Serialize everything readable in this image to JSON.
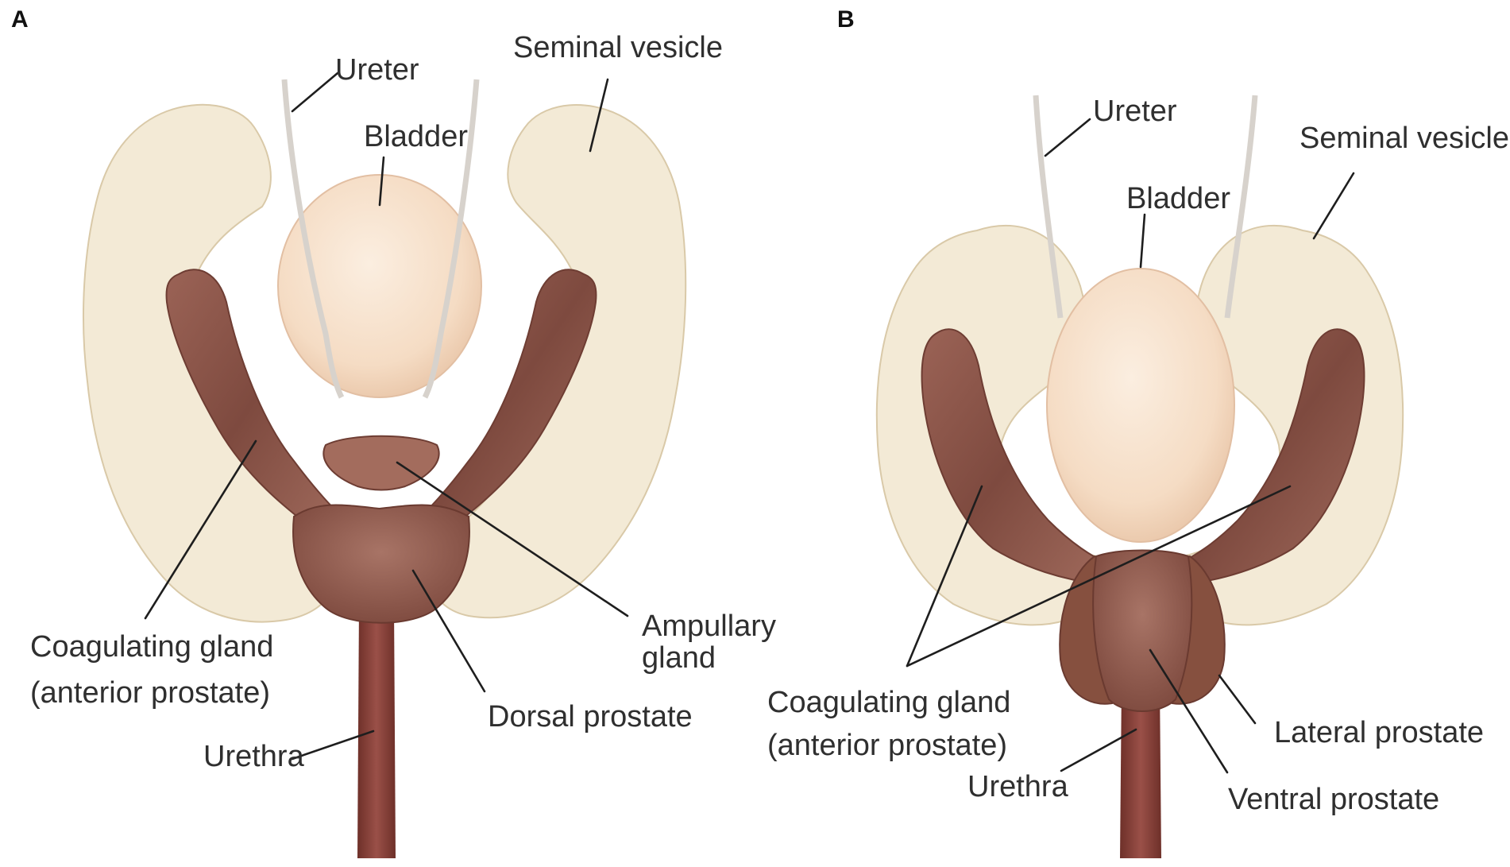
{
  "panels": [
    {
      "letter": "A",
      "labels": {
        "ureter": "Ureter",
        "seminal_vesicle": "Seminal vesicle",
        "bladder": "Bladder",
        "coagulating_gland_line1": "Coagulating gland",
        "coagulating_gland_line2": "(anterior prostate)",
        "ampullary_gland_line1": "Ampullary",
        "ampullary_gland_line2": "gland",
        "dorsal_prostate": "Dorsal prostate",
        "urethra": "Urethra"
      }
    },
    {
      "letter": "B",
      "labels": {
        "ureter": "Ureter",
        "seminal_vesicle": "Seminal vesicle",
        "bladder": "Bladder",
        "coagulating_gland_line1": "Coagulating gland",
        "coagulating_gland_line2": "(anterior prostate)",
        "lateral_prostate": "Lateral prostate",
        "ventral_prostate": "Ventral prostate",
        "urethra": "Urethra"
      }
    }
  ],
  "colors": {
    "seminal_vesicle": "#f3ead6",
    "bladder": "#f5dcc4",
    "gland": "#8a5448",
    "prostate": "#93594c",
    "urethra": "#7f3a33"
  }
}
